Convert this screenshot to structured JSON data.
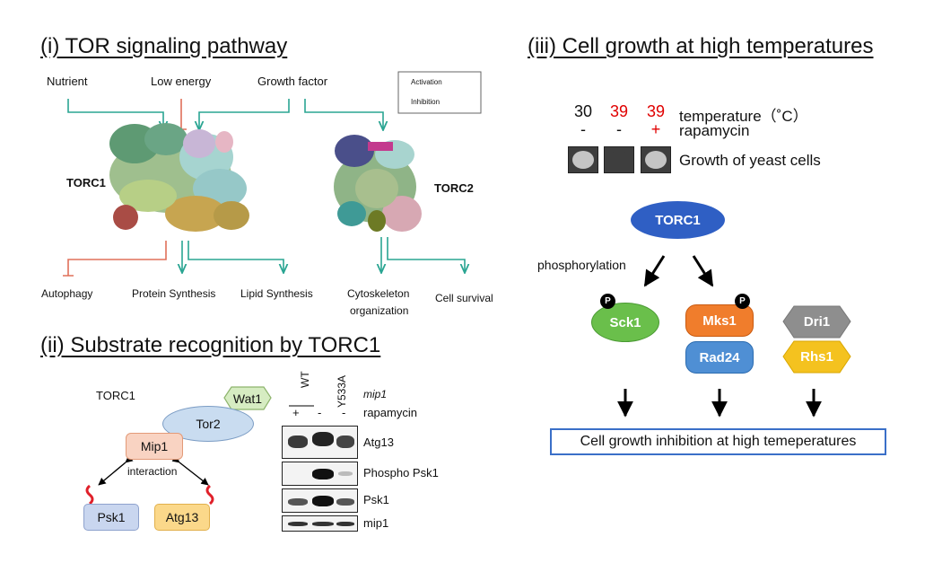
{
  "panel1": {
    "title": "(i) TOR signaling pathway",
    "inputs": {
      "nutrient": "Nutrient",
      "low_energy": "Low energy",
      "growth_factor": "Growth factor"
    },
    "legend": {
      "activation": "Activation",
      "inhibition": "Inhibition"
    },
    "complexes": {
      "torc1": "TORC1",
      "torc2": "TORC2"
    },
    "outputs": {
      "autophagy": "Autophagy",
      "protein_synthesis": "Protein Synthesis",
      "lipid_synthesis": "Lipid Synthesis",
      "cytoskeleton_line1": "Cytoskeleton",
      "cytoskeleton_line2": "organization",
      "cell_survival": "Cell survival"
    },
    "colors": {
      "activation": "#2aa592",
      "inhibition": "#e0705a"
    }
  },
  "panel2": {
    "title": "(ii) Substrate recognition by TORC1",
    "torc1_label": "TORC1",
    "nodes": {
      "wat1": "Wat1",
      "tor2": "Tor2",
      "mip1": "Mip1",
      "psk1": "Psk1",
      "atg13": "Atg13"
    },
    "interaction": "interaction",
    "blot": {
      "col_wt": "WT",
      "col_mut": "Y533A",
      "mip1_label": "mip1",
      "rapamycin_label": "rapamycin",
      "rapamycin_signs": [
        "+",
        "-",
        "-"
      ],
      "rows": [
        "Atg13",
        "Phospho Psk1",
        "Psk1",
        "mip1"
      ]
    }
  },
  "panel3": {
    "title": "(iii) Cell growth at high temperatures",
    "temperatures": [
      "30",
      "39",
      "39"
    ],
    "temperature_label": "temperature（˚C）",
    "rapamycin_signs": [
      "-",
      "-",
      "+"
    ],
    "rapamycin_label": "rapamycin",
    "growth_label": "Growth of yeast cells",
    "torc1": "TORC1",
    "phosphorylation": "phosphorylation",
    "p_badge": "P",
    "nodes": {
      "sck1": "Sck1",
      "mks1": "Mks1",
      "rad24": "Rad24",
      "dri1": "Dri1",
      "rhs1": "Rhs1"
    },
    "result": "Cell growth inhibition at high temeperatures",
    "colors": {
      "torc1": "#2f5fc4",
      "sck1": "#6abf4b",
      "mks1": "#f07d2c",
      "rad24": "#4f8fd4",
      "dri1": "#8e8e8e",
      "rhs1": "#f4c21f",
      "highlight": "#e00000"
    }
  }
}
